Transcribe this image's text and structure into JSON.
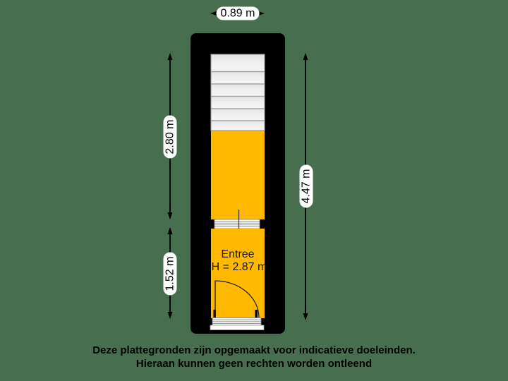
{
  "colors": {
    "background": "#486E50",
    "wall": "#000000",
    "floor": "#FFB900",
    "stairs_fill": "#EFEFEF",
    "stair_line": "#A3A3A3",
    "label_bg": "#FFFFFF",
    "text": "#000000"
  },
  "floorplan": {
    "room": {
      "name": "Entree",
      "height_label": "H = 2.87 m"
    },
    "dimensions": {
      "top_width": "0.89 m",
      "upper_left_height": "2.80 m",
      "lower_left_height": "1.52 m",
      "right_height": "4.47 m"
    }
  },
  "disclaimer": {
    "line1": "Deze plattegronden zijn opgemaakt voor indicatieve doeleinden.",
    "line2": "Hieraan kunnen geen rechten worden ontleend"
  }
}
